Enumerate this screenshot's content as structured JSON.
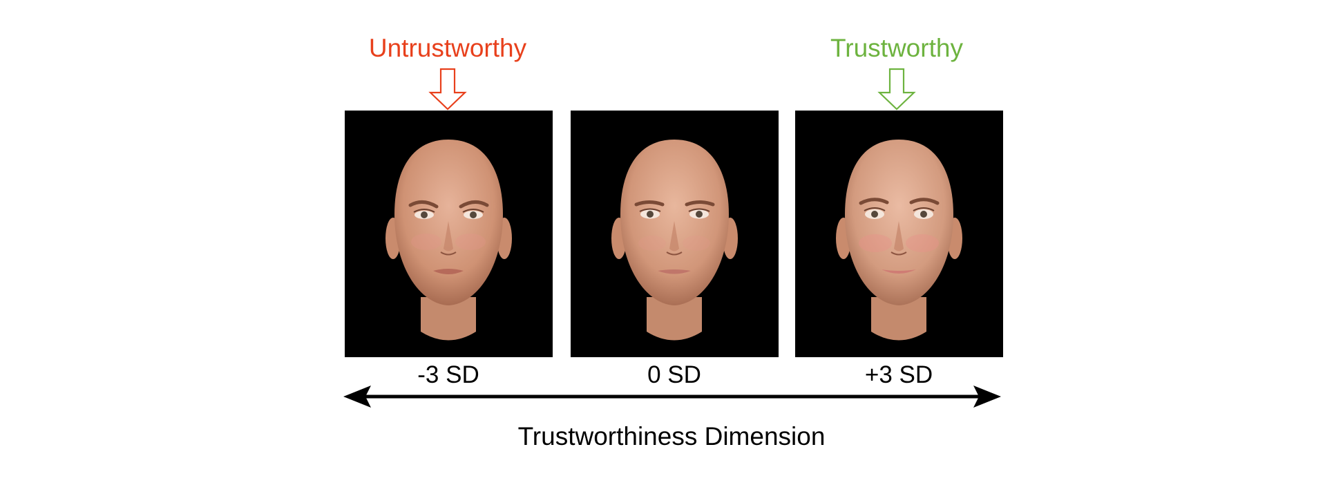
{
  "labels": {
    "untrustworthy": "Untrustworthy",
    "trustworthy": "Trustworthy",
    "axis_title": "Trustworthiness Dimension"
  },
  "faces": [
    {
      "sd_label": "-3 SD"
    },
    {
      "sd_label": "0 SD"
    },
    {
      "sd_label": "+3 SD"
    }
  ],
  "colors": {
    "untrustworthy": "#e8401c",
    "trustworthy": "#6db33f",
    "skin": "#d9a184",
    "panel_background": "#000000"
  },
  "icons": {
    "untrustworthy_pointer": "down-arrow-outline-icon",
    "trustworthy_pointer": "down-arrow-outline-icon",
    "axis": "double-headed-arrow-icon"
  }
}
